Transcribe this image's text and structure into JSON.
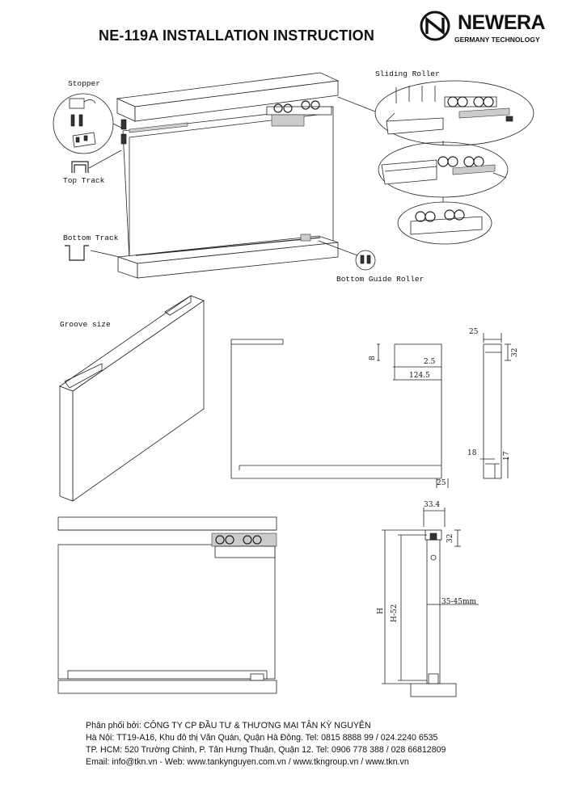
{
  "header": {
    "title": "NE-119A INSTALLATION INSTRUCTION",
    "brand": "NEWERA",
    "tagline": "GERMANY TECHNOLOGY"
  },
  "labels": {
    "stopper": "Stopper",
    "top_track": "Top Track",
    "bottom_track": "Bottom Track",
    "sliding_roller": "Sliding Roller",
    "bottom_guide_roller": "Bottom Guide Roller",
    "groove_size": "Groove size"
  },
  "dimensions": {
    "top_depth": "8",
    "inset": "2.5",
    "groove_length": "124.5",
    "bottom_width": "25",
    "side_width": "25",
    "side_height": "32",
    "bottom_groove_width": "18",
    "bottom_groove_height": "17",
    "track_width": "33.4",
    "track_height": "32",
    "overall_height": "H",
    "door_height": "H-52",
    "door_thickness": "35-45mm"
  },
  "footer": {
    "line1": "Phân phối bởi: CÔNG TY CP ĐẦU TƯ & THƯƠNG MẠI TÂN KỲ NGUYÊN",
    "line2": "Hà Nội: TT19-A16, Khu đô thị Văn Quán, Quận Hà Đông. Tel: 0815 8888 99 / 024.2240 6535",
    "line3": "TP. HCM: 520 Trường Chinh, P. Tân Hưng Thuận, Quận 12. Tel: 0906 778 388 / 028 66812809",
    "line4": "Email: info@tkn.vn - Web: www.tankynguyen.com.vn / www.tkngroup.vn / www.tkn.vn"
  },
  "colors": {
    "ink": "#111111",
    "paper": "#ffffff"
  }
}
